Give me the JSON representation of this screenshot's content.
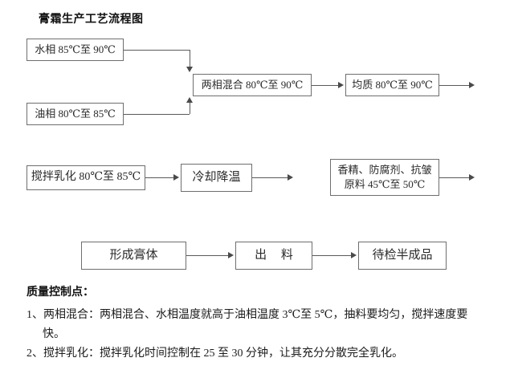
{
  "document": {
    "title": "膏霜生产工艺流程图"
  },
  "flow": {
    "boxes": [
      {
        "id": "water-phase",
        "label": "水相 85℃至 90℃"
      },
      {
        "id": "oil-phase",
        "label": "油相 80℃至 85℃"
      },
      {
        "id": "two-phase-mixing",
        "label": "两相混合 80℃至 90℃"
      },
      {
        "id": "homogenize",
        "label": "均质 80℃至 90℃"
      },
      {
        "id": "stir-emulsify",
        "label": "搅拌乳化 80℃至 85℃"
      },
      {
        "id": "cool-down",
        "label": "冷却降温"
      },
      {
        "id": "additives",
        "label": "香精、防腐剂、抗皱\n原料 45℃至 50℃"
      },
      {
        "id": "form-paste",
        "label": "形成膏体"
      },
      {
        "id": "discharge",
        "label": "出 料"
      },
      {
        "id": "pending-inspection",
        "label": "待检半成品"
      }
    ]
  },
  "notes": {
    "heading": "质量控制点：",
    "items": [
      "1、两相混合：两相混合、水相温度就高于油相温度 3℃至 5℃，抽料要均匀，搅拌速度要",
      "快。",
      "2、搅拌乳化：搅拌乳化时间控制在 25 至 30 分钟，让其充分分散完全乳化。"
    ]
  },
  "colors": {
    "box_border": "#6e6e6e",
    "line": "#5a5a5a",
    "text": "#1a1a1a",
    "background": "#ffffff"
  }
}
